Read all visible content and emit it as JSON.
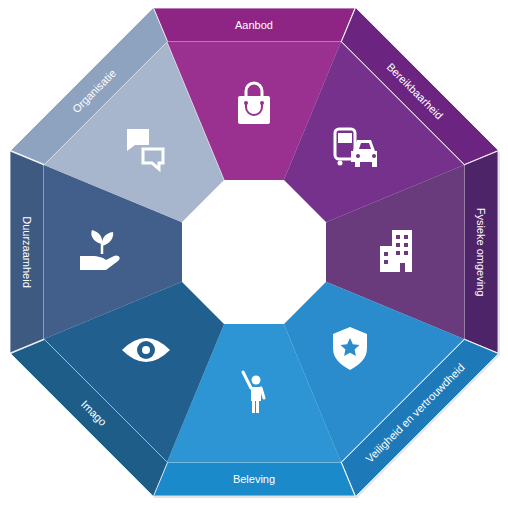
{
  "diagram": {
    "nodes": [
      {
        "text": [
          "Aanbod"
        ]
      },
      {
        "text": [
          "Bereikbaarheid"
        ]
      },
      {
        "text": [
          "Fysieke omgeving"
        ]
      },
      {
        "text": [
          "Veiligheid en vertrouwdheid"
        ]
      },
      {
        "text": [
          "Beleving"
        ]
      },
      {
        "text": [
          "Imago"
        ]
      },
      {
        "text": [
          "Duurzaamheid"
        ]
      },
      {
        "text": [
          "Organisatie"
        ]
      }
    ]
  }
}
